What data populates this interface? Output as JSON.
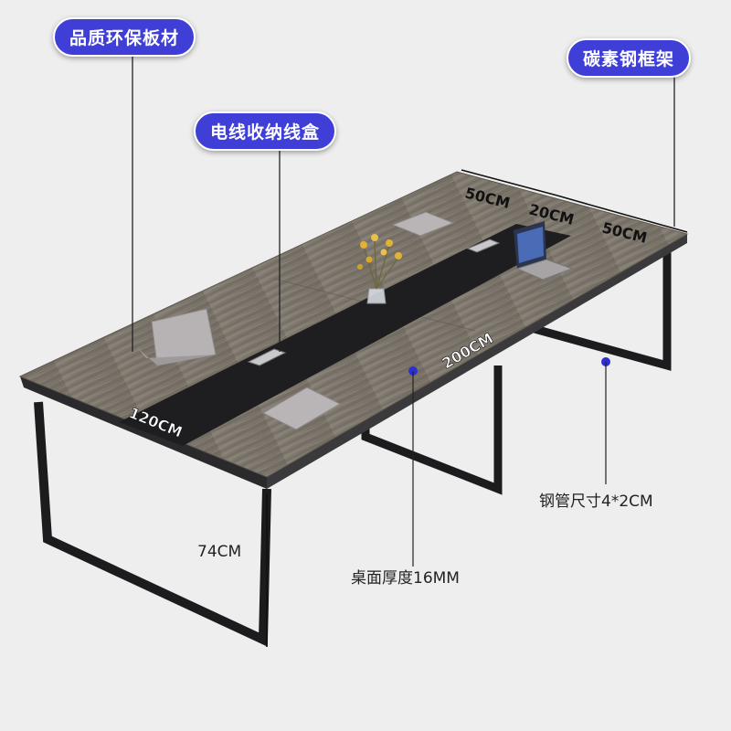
{
  "callouts": {
    "material": "品质环保板材",
    "frame": "碳素钢框架",
    "cable_box": "电线收纳线盒"
  },
  "dimensions": {
    "width_left": "50CM",
    "width_center": "20CM",
    "width_right": "50CM",
    "length": "200CM",
    "depth": "120CM",
    "height": "74CM",
    "tabletop_thickness": "桌面厚度16MM",
    "steel_tube_size": "钢管尺寸4*2CM"
  },
  "colors": {
    "callout_bg": "#3f3fd8",
    "wood": "#7d766c",
    "steel": "#1c1c1e",
    "marker": "#2d2fd6"
  }
}
